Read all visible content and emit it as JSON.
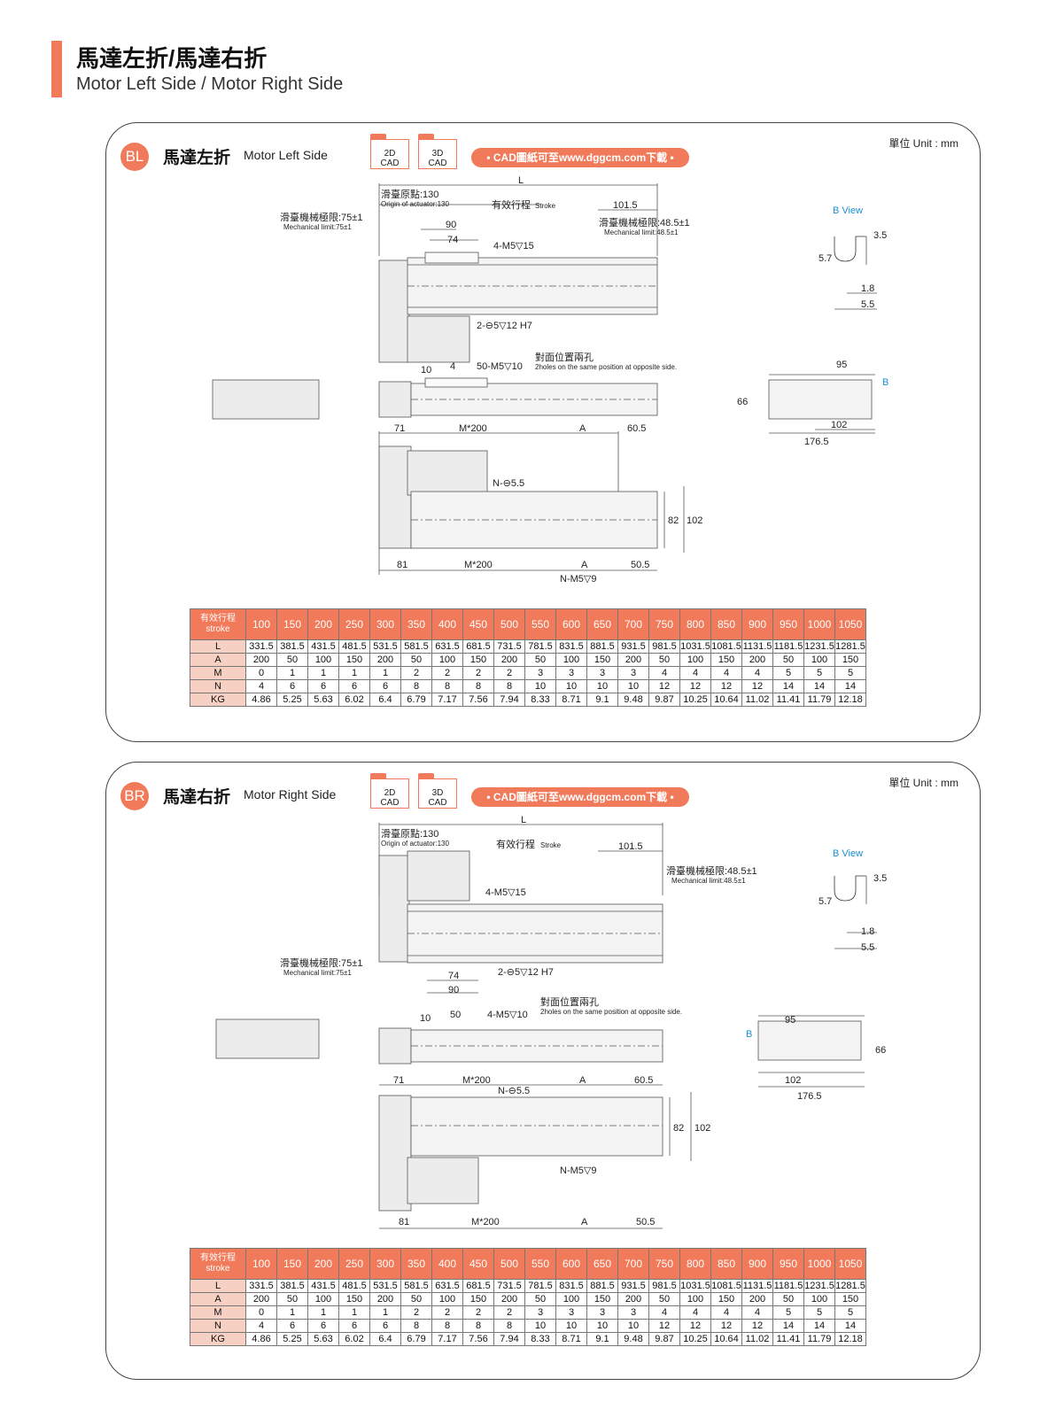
{
  "header": {
    "title_zh": "馬達左折/馬達右折",
    "title_en": "Motor Left Side / Motor Right Side"
  },
  "colors": {
    "accent": "#f07a5a",
    "row_header": "#f7d0c4"
  },
  "icons": [
    "folder-icon"
  ],
  "cad": {
    "icon_2d_line1": "2D",
    "icon_2d_line2": "CAD",
    "icon_3d_line1": "3D",
    "icon_3d_line2": "CAD",
    "link_text": "• CAD圖紙可至www.dggcm.com下載 •"
  },
  "unit_label": "單位 Unit : mm",
  "panels": {
    "bl": {
      "badge": "BL",
      "title_zh": "馬達左折",
      "title_en": "Motor Left Side",
      "dims": {
        "L": "L",
        "origin_zh": "滑臺原點:130",
        "origin_en": "Origin of actuator:130",
        "stroke_zh": "有效行程",
        "stroke_en": "Stroke",
        "d101": "101.5",
        "mech_left_zh": "滑臺機械極限:75±1",
        "mech_left_en": "Mechanical limit:75±1",
        "mech_right_zh": "滑臺機械極限:48.5±1",
        "mech_right_en": "Mechanical limit:48.5±1",
        "d90": "90",
        "d74": "74",
        "hole4": "4-M5▽15",
        "hole2": "2-⊖5▽12 H7",
        "opposite_zh": "對面位置兩孔",
        "opposite_en": "2holes on the same position at opposite side.",
        "d10": "10",
        "d4": "4",
        "hole50": "50-M5▽10",
        "d71": "71",
        "m200": "M*200",
        "A": "A",
        "d60": "60.5",
        "n55": "N-⊖5.5",
        "d82": "82",
        "d102": "102",
        "d81": "81",
        "d50": "50.5",
        "nm5": "N-M5▽9",
        "bview": "B View",
        "d35": "3.5",
        "d57": "5.7",
        "d18": "1.8",
        "d55": "5.5",
        "d95": "95",
        "B": "B",
        "d66": "66",
        "d102b": "102",
        "d1765": "176.5"
      }
    },
    "br": {
      "badge": "BR",
      "title_zh": "馬達右折",
      "title_en": "Motor Right Side",
      "dims": {
        "L": "L",
        "origin_zh": "滑臺原點:130",
        "origin_en": "Origin of actuator:130",
        "stroke_zh": "有效行程",
        "stroke_en": "Stroke",
        "d101": "101.5",
        "mech_left_zh": "滑臺機械極限:75±1",
        "mech_left_en": "Mechanical limit:75±1",
        "mech_right_zh": "滑臺機械極限:48.5±1",
        "mech_right_en": "Mechanical limit:48.5±1",
        "d90": "90",
        "d74": "74",
        "hole4": "4-M5▽15",
        "hole2": "2-⊖5▽12 H7",
        "opposite_zh": "對面位置兩孔",
        "opposite_en": "2holes on the same position at opposite side.",
        "d10": "10",
        "d50": "50",
        "hole4b": "4-M5▽10",
        "d71": "71",
        "m200": "M*200",
        "A": "A",
        "d60": "60.5",
        "n55": "N-⊖5.5",
        "d82": "82",
        "d102": "102",
        "d81": "81",
        "d505": "50.5",
        "nm5": "N-M5▽9",
        "bview": "B View",
        "d35": "3.5",
        "d57": "5.7",
        "d18": "1.8",
        "d55": "5.5",
        "d95": "95",
        "B": "B",
        "d66": "66",
        "d102b": "102",
        "d1765": "176.5"
      }
    }
  },
  "table": {
    "head_zh": "有效行程",
    "head_en": "stroke",
    "strokes": [
      "100",
      "150",
      "200",
      "250",
      "300",
      "350",
      "400",
      "450",
      "500",
      "550",
      "600",
      "650",
      "700",
      "750",
      "800",
      "850",
      "900",
      "950",
      "1000",
      "1050"
    ],
    "rows": [
      {
        "label": "L",
        "values": [
          "331.5",
          "381.5",
          "431.5",
          "481.5",
          "531.5",
          "581.5",
          "631.5",
          "681.5",
          "731.5",
          "781.5",
          "831.5",
          "881.5",
          "931.5",
          "981.5",
          "1031.5",
          "1081.5",
          "1131.5",
          "1181.5",
          "1231.5",
          "1281.5"
        ]
      },
      {
        "label": "A",
        "values": [
          "200",
          "50",
          "100",
          "150",
          "200",
          "50",
          "100",
          "150",
          "200",
          "50",
          "100",
          "150",
          "200",
          "50",
          "100",
          "150",
          "200",
          "50",
          "100",
          "150"
        ]
      },
      {
        "label": "M",
        "values": [
          "0",
          "1",
          "1",
          "1",
          "1",
          "2",
          "2",
          "2",
          "2",
          "3",
          "3",
          "3",
          "3",
          "4",
          "4",
          "4",
          "4",
          "5",
          "5",
          "5"
        ]
      },
      {
        "label": "N",
        "values": [
          "4",
          "6",
          "6",
          "6",
          "6",
          "8",
          "8",
          "8",
          "8",
          "10",
          "10",
          "10",
          "10",
          "12",
          "12",
          "12",
          "12",
          "14",
          "14",
          "14"
        ]
      },
      {
        "label": "KG",
        "values": [
          "4.86",
          "5.25",
          "5.63",
          "6.02",
          "6.4",
          "6.79",
          "7.17",
          "7.56",
          "7.94",
          "8.33",
          "8.71",
          "9.1",
          "9.48",
          "9.87",
          "10.25",
          "10.64",
          "11.02",
          "11.41",
          "11.79",
          "12.18"
        ]
      }
    ]
  }
}
